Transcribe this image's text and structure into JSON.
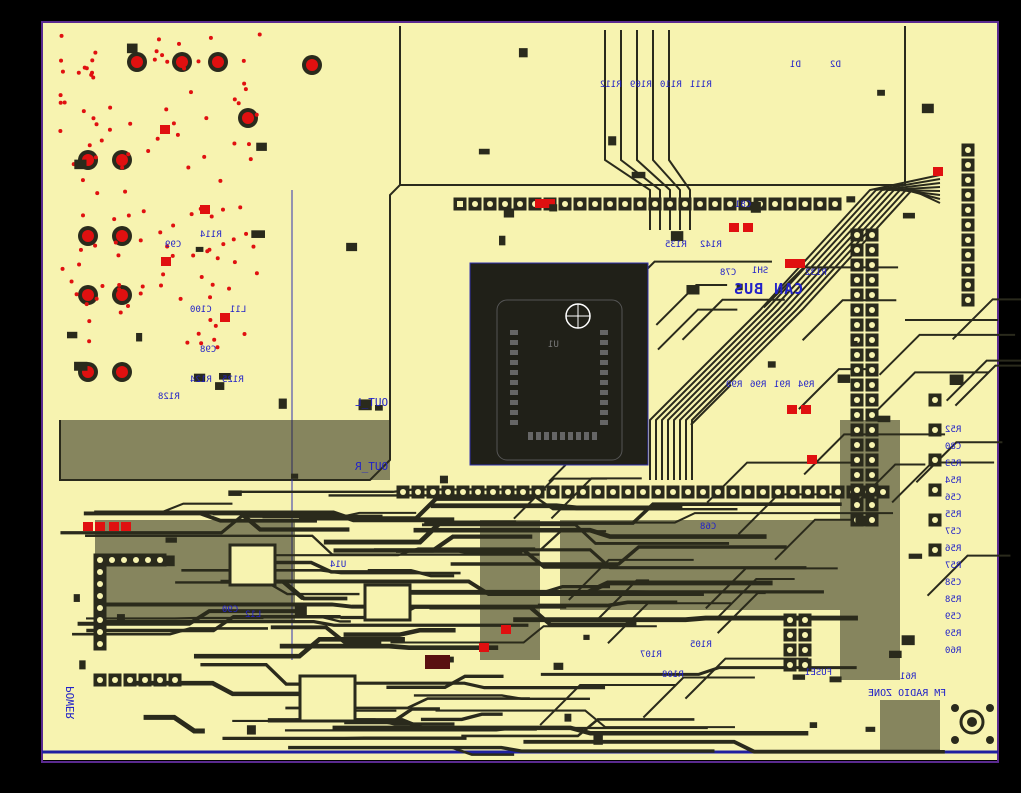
{
  "board": {
    "colors": {
      "background": "#000000",
      "copper": "#f7f3b0",
      "trace": "#2a2a1c",
      "pad_red": "#e01010",
      "silk": "#2222c8",
      "outline": "#5a2a90",
      "module": "#202018"
    },
    "labels": {
      "can_bus": "CAN BUS",
      "fm_radio_zone": "FM RADIO ZONE",
      "out_l": "OUT_L",
      "out_r": "OUT_R",
      "power": "POWER",
      "module_ref": "U1"
    },
    "refs": [
      "SH1",
      "C78",
      "C81",
      "R132",
      "R99",
      "R96",
      "R91",
      "R94",
      "C68",
      "L12",
      "U14",
      "C90",
      "FUSE1",
      "R105",
      "R107",
      "R108",
      "R52",
      "R53",
      "R54",
      "R55",
      "R56",
      "R57",
      "R58",
      "R59",
      "R60",
      "R61",
      "C56",
      "C57",
      "C58",
      "C59",
      "C80",
      "D1",
      "D2",
      "R112",
      "R109",
      "R110",
      "R111",
      "R135",
      "R142",
      "R114",
      "C100",
      "C98",
      "C99",
      "L11",
      "R128",
      "R124",
      "R125"
    ]
  }
}
